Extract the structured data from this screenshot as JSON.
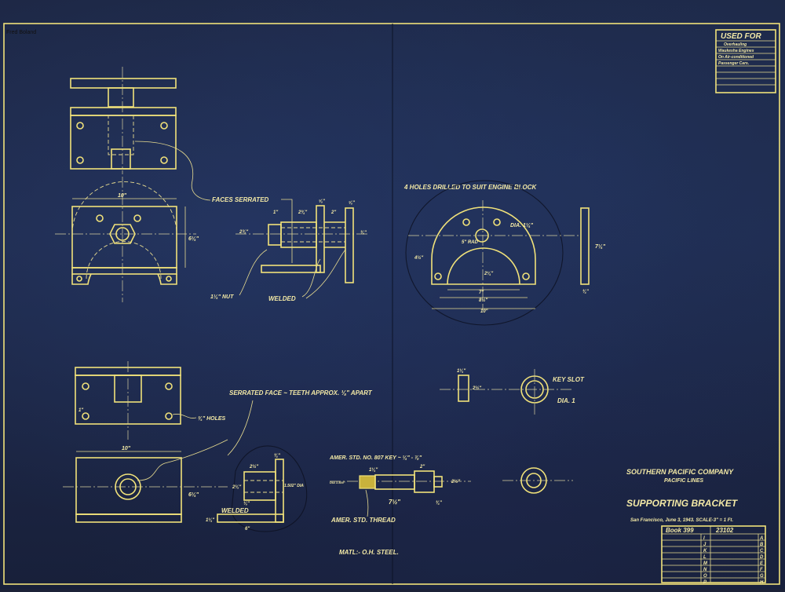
{
  "credit": "Fred Boland",
  "used_for": {
    "heading": "USED FOR",
    "lines": [
      "Overhauling",
      "Waukesha Engines",
      "On Air-conditioned",
      "Passenger Cars."
    ]
  },
  "title_block": {
    "company": "SOUTHERN PACIFIC COMPANY",
    "lines_name": "PACIFIC LINES",
    "drawing_title": "SUPPORTING BRACKET",
    "place_date_scale": "San Francisco, June 3, 1943.  SCALE-3\" = 1 Ft.",
    "book": "Book 399",
    "drawing_number": "23102",
    "revision_letters_left": [
      "I",
      "J",
      "K",
      "L",
      "M",
      "N",
      "O",
      "P"
    ],
    "revision_letters_right": [
      "A",
      "B",
      "C",
      "D",
      "E",
      "F",
      "G",
      "H"
    ]
  },
  "annotations": {
    "faces_serrated": "FACES SERRATED",
    "nut": "1¼\" NUT",
    "welded_top": "WELDED",
    "four_holes": "4 HOLES DRILLED TO SUIT ENGINE BLOCK",
    "dia_top": "DIA. 1¼\"",
    "rad": "5\" RAD",
    "serrated_face": "SERRATED FACE ~ TEETH APPROX. ⅛\" APART",
    "holes": "¾\" HOLES",
    "key_slot": "KEY SLOT",
    "dia_one": "DIA. 1",
    "key": "AMER. STD. NO. 807 KEY ~ ¼\" - ⅞\"",
    "thread": "AMER. STD. THREAD",
    "welded_bottom": "WELDED",
    "material": "MATL:- O.H. STEEL."
  },
  "dimensions": {
    "top_width": "10\"",
    "top_height": "6¼\"",
    "side_a": "2⅜\"",
    "side_b": "2\"",
    "side_c": "⅝\"",
    "side_d": "2¾\"",
    "side_e": "⅜\"",
    "side_f": "1\"",
    "side_g": "⅝\"",
    "plate_7": "7\"",
    "plate_8": "8½\"",
    "plate_10": "10\"",
    "plate_left": "4½\"",
    "plate_center": "2¼\"",
    "plate_side": "7¼\"",
    "plate_thick": "¾\"",
    "bot_width": "10\"",
    "bot_height": "6¼\"",
    "hole_off": "1\"",
    "sleeve_w": "2½\"",
    "sleeve_h": "2⅛\"",
    "sleeve_dia": "1.502\" DIA",
    "sleeve_t": "⅛\"",
    "sleeve_base": "6\"",
    "sleeve_side": "1¼\"",
    "sleeve_top": "¾\"",
    "shaft_len": "7½\"",
    "shaft_a": "1¼\"",
    "shaft_dia": "DIA 1.500\"",
    "shaft_end": "2\"",
    "shaft_d": "2½\"",
    "shaft_r": "¾\"",
    "small_w": "1¼\"",
    "small_h": "2½\""
  }
}
